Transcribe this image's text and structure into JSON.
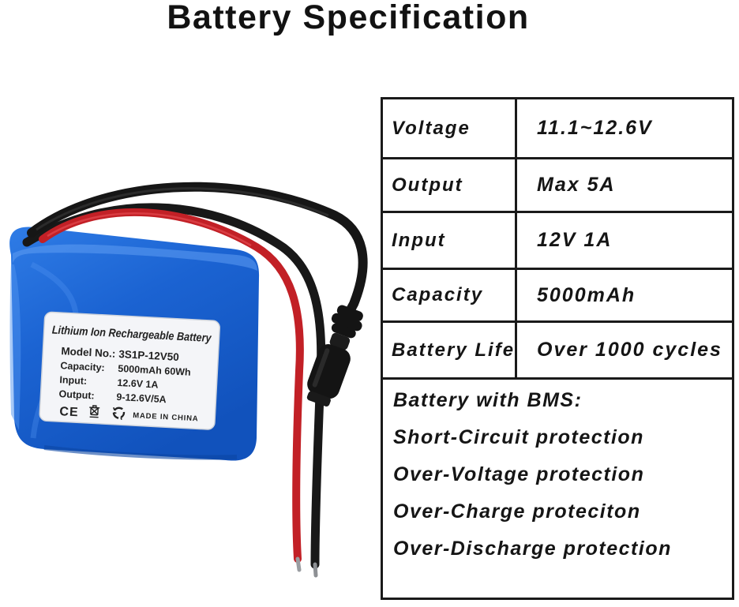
{
  "title": "Battery Specification",
  "colors": {
    "battery_blue": "#1b63d2",
    "battery_blue_dark": "#0f4cb4",
    "battery_highlight": "#4f93f0",
    "wire_red": "#c22026",
    "wire_black": "#181818",
    "table_border": "#1a1a1a",
    "label_white": "#f4f5f8"
  },
  "spec_table": {
    "rows": [
      {
        "label": "Voltage",
        "value": "11.1~12.6V"
      },
      {
        "label": "Output",
        "value": "Max 5A"
      },
      {
        "label": "Input",
        "value": "12V 1A"
      },
      {
        "label": "Capacity",
        "value": "5000mAh"
      },
      {
        "label": "Battery Life",
        "value": "Over 1000 cycles"
      }
    ],
    "bms": {
      "heading": "Battery with BMS:",
      "items": [
        "Short-Circuit protection",
        "Over-Voltage protection",
        "Over-Charge proteciton",
        "Over-Discharge protection"
      ]
    }
  },
  "battery_label": {
    "title": "Lithium Ion Rechargeable Battery",
    "fields": [
      {
        "label": "Model No.:",
        "value": "3S1P-12V50"
      },
      {
        "label": "Capacity:",
        "value": "5000mAh 60Wh"
      },
      {
        "label": "Input:",
        "value": "12.6V 1A"
      },
      {
        "label": "Output:",
        "value": "9-12.6V/5A"
      }
    ],
    "ce_mark": "CE",
    "icons": [
      "ce-mark",
      "weee-bin-icon",
      "recycle-icon"
    ],
    "made_in": "MADE IN CHINA"
  }
}
